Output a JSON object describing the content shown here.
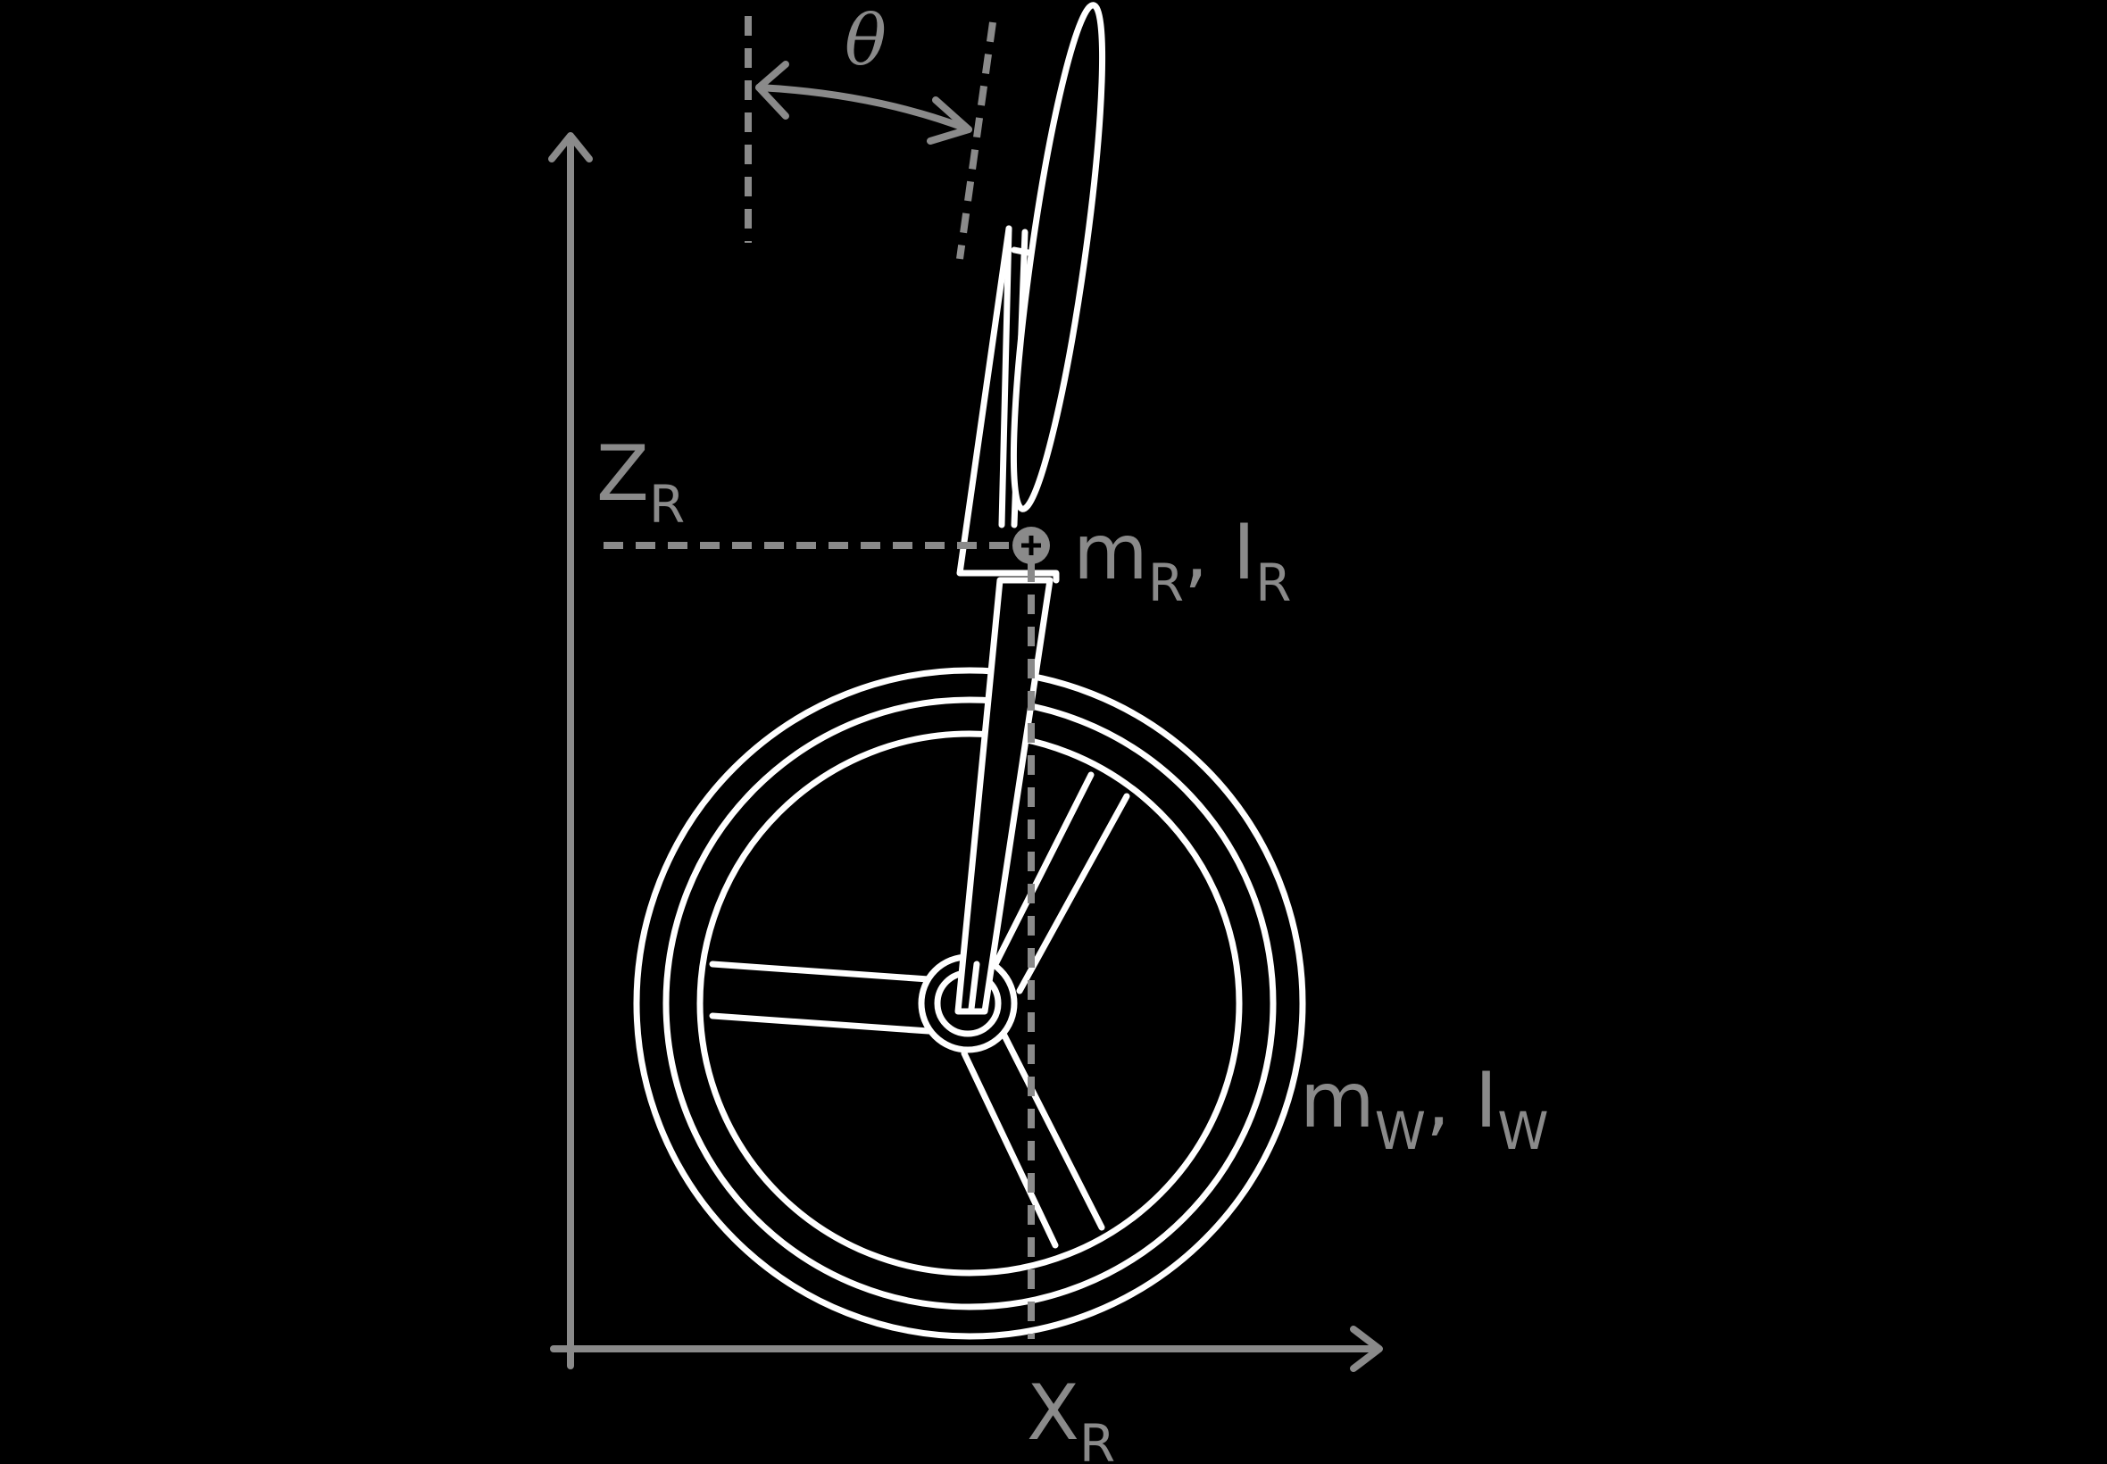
{
  "diagram": {
    "theta": "θ",
    "z_axis": {
      "main": "Z",
      "sub": "R"
    },
    "x_axis": {
      "main": "X",
      "sub": "R"
    },
    "rider": {
      "m": "m",
      "m_sub": "R",
      "sep": ", ",
      "i": "I",
      "i_sub": "R"
    },
    "wheel": {
      "m": "m",
      "m_sub": "W",
      "sep": ", ",
      "i": "I",
      "i_sub": "W"
    }
  },
  "colors": {
    "foreground": "#ffffff",
    "annotation": "#8a8a8a",
    "background": "#000000"
  }
}
